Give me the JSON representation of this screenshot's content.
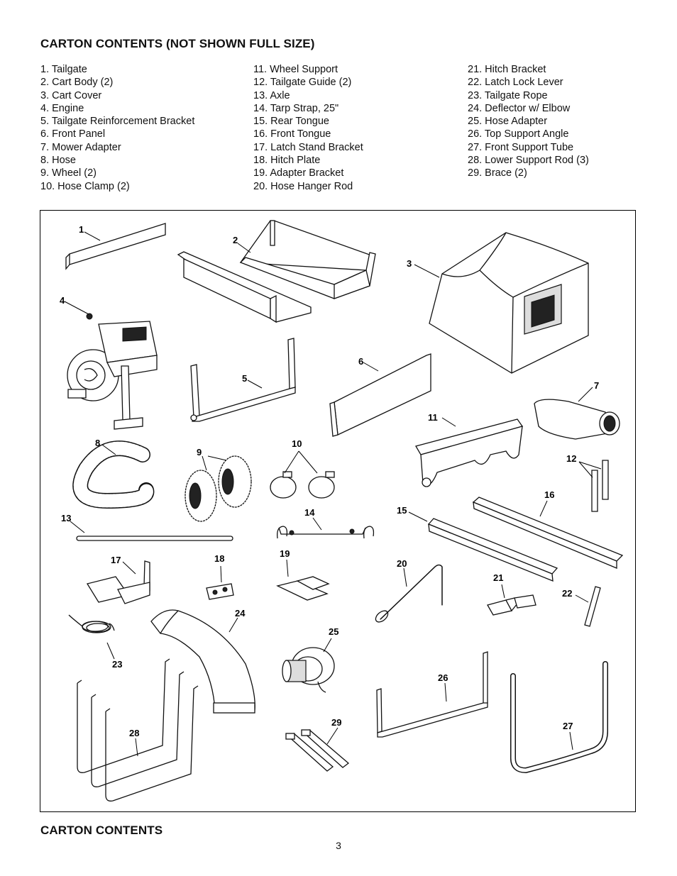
{
  "header": {
    "title": "CARTON CONTENTS (NOT SHOWN FULL SIZE)"
  },
  "parts_columns": [
    [
      "1. Tailgate",
      "2. Cart Body (2)",
      "3. Cart Cover",
      "4. Engine",
      "5. Tailgate Reinforcement Bracket",
      "6. Front Panel",
      "7. Mower Adapter",
      "8. Hose",
      "9. Wheel (2)",
      "10. Hose Clamp (2)"
    ],
    [
      "11. Wheel Support",
      "12. Tailgate Guide (2)",
      "13. Axle",
      "14. Tarp Strap, 25\"",
      "15. Rear Tongue",
      "16. Front Tongue",
      "17. Latch Stand Bracket",
      "18. Hitch Plate",
      "19. Adapter Bracket",
      "20. Hose Hanger Rod"
    ],
    [
      "21. Hitch Bracket",
      "22. Latch Lock Lever",
      "23. Tailgate Rope",
      "24. Deflector w/ Elbow",
      "25. Hose Adapter",
      "26. Top Support Angle",
      "27. Front Support Tube",
      "28. Lower Support Rod (3)",
      "29. Brace (2)"
    ]
  ],
  "figure": {
    "callouts": [
      "1",
      "2",
      "3",
      "4",
      "5",
      "6",
      "7",
      "8",
      "9",
      "10",
      "11",
      "12",
      "13",
      "14",
      "15",
      "16",
      "17",
      "18",
      "19",
      "20",
      "21",
      "22",
      "23",
      "24",
      "25",
      "26",
      "27",
      "28",
      "29"
    ],
    "caption": "CARTON CONTENTS"
  },
  "footer": {
    "page_number": "3"
  }
}
